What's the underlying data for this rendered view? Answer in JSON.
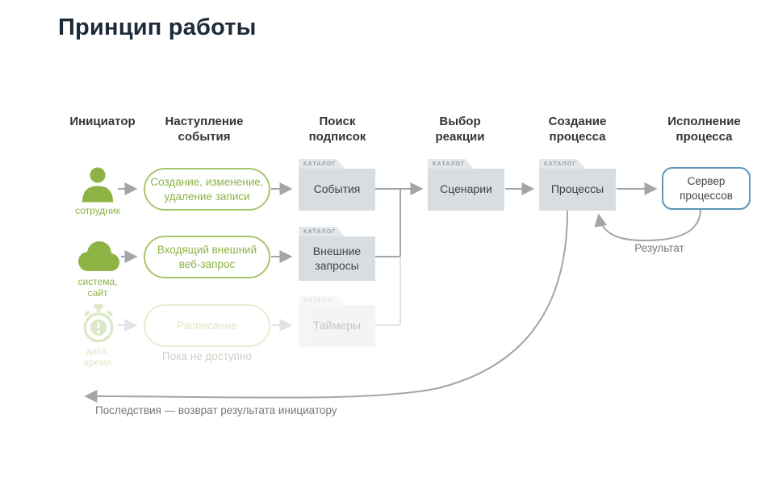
{
  "title": "Принцип работы",
  "labels": {
    "catalog": "КАТАЛОГ",
    "result": "Результат",
    "consequences": "Последствия — возврат результата инициатору",
    "unavailable": "Пока не доступно"
  },
  "headers": [
    {
      "label": "Инициатор"
    },
    {
      "label": "Наступление\nсобытия"
    },
    {
      "label": "Поиск\nподписок"
    },
    {
      "label": "Выбор\nреакции"
    },
    {
      "label": "Создание\nпроцесса"
    },
    {
      "label": "Исполнение\nпроцесса"
    }
  ],
  "initiators": [
    {
      "icon": "employee-icon",
      "label": "сотрудник"
    },
    {
      "icon": "cloud-icon",
      "label": "система,\nсайт"
    },
    {
      "icon": "stopwatch-icon",
      "label": "дата,\nвремя"
    }
  ],
  "event_boxes": [
    {
      "label": "Создание, изменение,\nудаление записи"
    },
    {
      "label": "Входящий внешний\nвеб-запрос"
    },
    {
      "label": "Расписание"
    }
  ],
  "folders": [
    {
      "label": "События"
    },
    {
      "label": "Внешние\nзапросы"
    },
    {
      "label": "Таймеры"
    },
    {
      "label": "Сценарии"
    },
    {
      "label": "Процессы"
    }
  ],
  "server_box": {
    "label": "Сервер\nпроцессов"
  },
  "colors": {
    "accent_green": "#8db345",
    "green_border": "#a9c66b",
    "folder_bg": "#d8dde1",
    "tab_bg": "#e3e7ea",
    "blue_border": "#5e97b8",
    "arrow_gray": "#a2a6a9",
    "title_navy": "#1d2a38"
  }
}
